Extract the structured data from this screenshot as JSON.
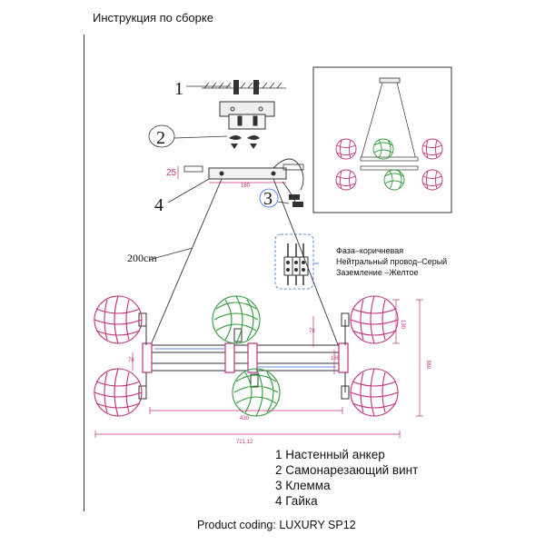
{
  "title": "Инструкция по сборке",
  "callouts": [
    "1",
    "2",
    "3",
    "4"
  ],
  "dimensions": {
    "cable": "200cm",
    "canopy_height": "25",
    "canopy_width": "180",
    "bar_length": "430",
    "total_width": "721,12",
    "total_height": "380",
    "globe_height": "130",
    "small_a": "78",
    "small_b": "78",
    "small_c": "160"
  },
  "wiring": [
    "Фаза–коричневая",
    "Нейтральный провод–Серый",
    "Заземление –Желтое"
  ],
  "legend": [
    "1 Настенный анкер",
    "2 Самонарезающий винт",
    "3 Клемма",
    "4 Гайка"
  ],
  "footer": "Product coding: LUXURY SP12",
  "colors": {
    "line": "#333333",
    "globe_pink": "#c0307c",
    "globe_green": "#2f9a3a",
    "dimension": "#c0307c",
    "accent_blue": "#2b6cd8"
  }
}
